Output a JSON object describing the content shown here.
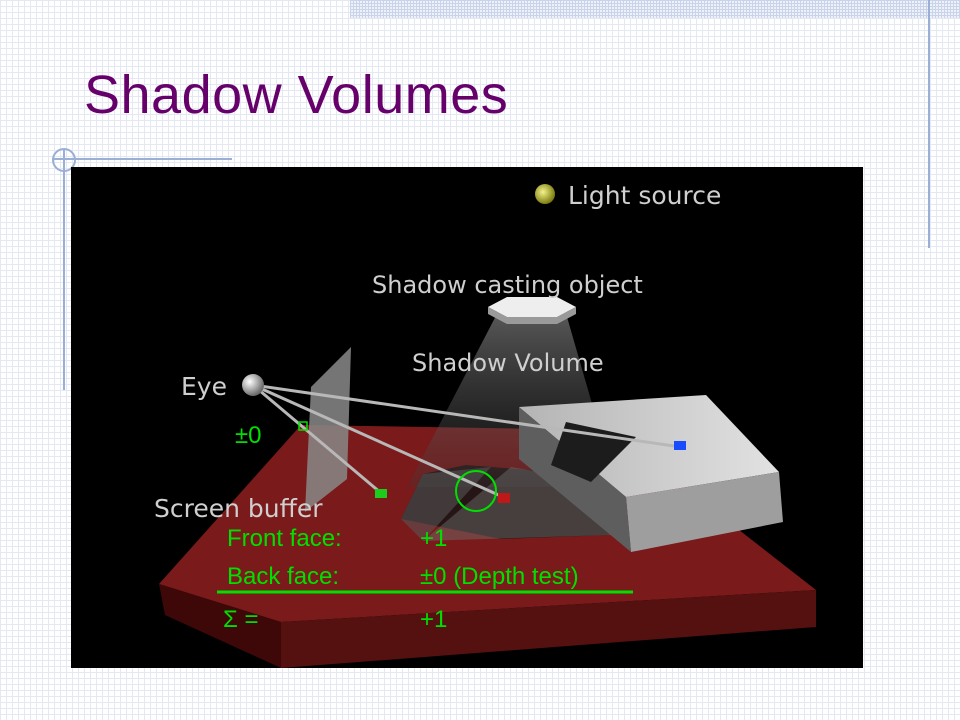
{
  "title": "Shadow Volumes",
  "figure": {
    "labels": {
      "light_source": "Light source",
      "shadow_casting_object": "Shadow casting object",
      "shadow_volume": "Shadow Volume",
      "eye": "Eye",
      "screen_buffer": "Screen buffer"
    },
    "counter": "±0",
    "table": {
      "front_label": "Front face:",
      "front_value": "+1",
      "back_label": "Back face:",
      "back_value": "±0 (Depth test)",
      "sum_label": "Σ  =",
      "sum_value": "+1"
    },
    "colors": {
      "annotation_green": "#00e000",
      "title_purple": "#66006a",
      "floor_red": "#7a1a1a"
    }
  }
}
